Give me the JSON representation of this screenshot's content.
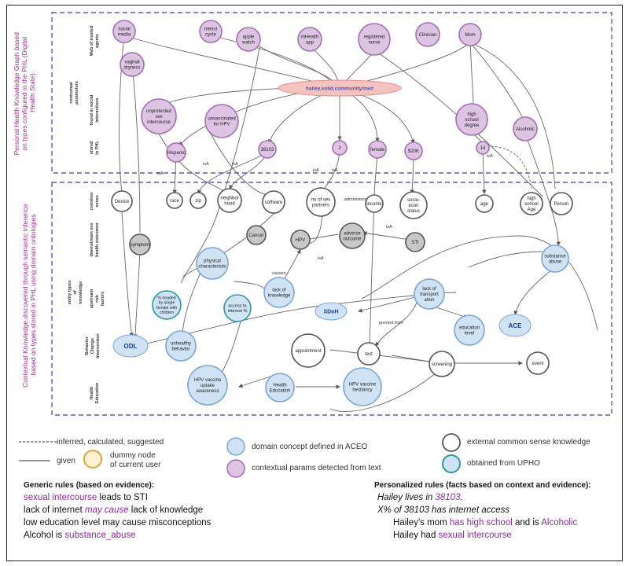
{
  "side_labels": {
    "top": [
      "Personal Health Knowledge Graph based",
      "on types configured in the PHL (Digital",
      "Health State)"
    ],
    "bottom": [
      "Contextual Knowledge discovered through semantic inference",
      "based on types stored in PHL using domain ontologies"
    ]
  },
  "row_labels": {
    "web_of_trusted_agents": [
      "Web of trusted",
      "agents"
    ],
    "contextual_parameters": [
      "contextual",
      "parameters"
    ],
    "found_in_social": [
      "found in social",
      "interactions"
    ],
    "stored_in_phl": [
      "stored",
      "in PHL"
    ],
    "entity_types": [
      "entity types",
      "of",
      "knowledge"
    ],
    "common_sense": [
      "common",
      "sense"
    ],
    "downstream": [
      "downstream sex",
      "health outcomes"
    ],
    "upstream": [
      "upstream",
      "risk",
      "factors"
    ],
    "behavior_change": [
      "Behavior",
      "Change",
      "Intervention"
    ],
    "health_education": [
      "Health",
      "Education"
    ]
  },
  "nodes": {
    "social_media": [
      "social",
      "media"
    ],
    "menst_cycle": [
      "menst",
      "cycle"
    ],
    "apple_watch": [
      "apple",
      "watch"
    ],
    "mhealth_app": [
      "mHealth",
      "app"
    ],
    "registered_nurse": [
      "registered",
      "nurse"
    ],
    "clinician": [
      "Clinician"
    ],
    "mom": [
      "Mom"
    ],
    "vaginal_dryness": [
      "vaginal",
      "dryness"
    ],
    "user_iri": [
      "hailey.solid.community/me#"
    ],
    "unprotected_sex": [
      "unprotected",
      "sex",
      "intercourse"
    ],
    "unvaccinated_hpv": [
      "unvaccinated",
      "for HPV"
    ],
    "high_school_degree": [
      "high",
      "school",
      "degree"
    ],
    "alcoholic": [
      "Alcoholic"
    ],
    "hispanic": [
      "Hispanic"
    ],
    "zip_38103": [
      "38103"
    ],
    "num_2": [
      "2"
    ],
    "female": [
      "female"
    ],
    "income_20k": [
      "$20K"
    ],
    "num_14": [
      "14"
    ],
    "device": [
      "Device"
    ],
    "race": [
      "race"
    ],
    "zip": [
      "zip"
    ],
    "neighborhood": [
      "neighbor",
      "hood"
    ],
    "software": [
      "software"
    ],
    "no_sex_partners": [
      "no of sex",
      "partners"
    ],
    "income": [
      "income"
    ],
    "socio_econ_status": [
      "socio-",
      "econ",
      "status"
    ],
    "age": [
      "age"
    ],
    "high_school_age": [
      "high",
      "school",
      "Age"
    ],
    "person": [
      "Person"
    ],
    "symptom": [
      "symptom"
    ],
    "cancer": [
      "Cancer"
    ],
    "hpv": [
      "HPV"
    ],
    "adverse_outcome": [
      "adverse",
      "outcome"
    ],
    "sti": [
      "STI"
    ],
    "physical_characteristic": [
      "physical",
      "characteristic"
    ],
    "substance_abuse": [
      "substance",
      "abuse"
    ],
    "headed_single_female": [
      "% headed",
      "by single",
      "female with",
      "children"
    ],
    "access_internet": [
      "access to",
      "internet %"
    ],
    "lack_knowledge": [
      "lack of",
      "knowledge"
    ],
    "sdoh": [
      "SDoH"
    ],
    "lack_transportation": [
      "lack of",
      "transport",
      "ation"
    ],
    "ace": [
      "ACE"
    ],
    "odl": [
      "ODL"
    ],
    "unhealthy_behavior": [
      "unhealthy",
      "behavior"
    ],
    "appointment": [
      "appointment"
    ],
    "test": [
      "test"
    ],
    "education_level": [
      "education",
      "level"
    ],
    "screening": [
      "screening"
    ],
    "event": [
      "event"
    ],
    "hpv_vaccine_awareness": [
      "HPV vaccine",
      "uptake",
      "awareness"
    ],
    "health_education": [
      "Health",
      "Education"
    ],
    "hpv_vaccine_hesitancy": [
      "HPV vaccine",
      "hesitancy"
    ]
  },
  "edge_labels": {
    "isa": "isA",
    "admin_of": "administers",
    "causes": "causes",
    "prevent_from": "prevent from"
  },
  "legend": {
    "inferred": "inferred, calculated, suggested",
    "given": "given",
    "dummy_node": [
      "dummy node",
      "of current user"
    ],
    "domain_concept": "domain concept defined in ACEO",
    "contextual_params": "contextual params detected from text",
    "external_common": "external common sense knowledge",
    "upho": "obtained from UPHO"
  },
  "generic_rules": {
    "heading": "Generic rules (based on evidence):",
    "r1_a": "sexual intercourse",
    "r1_b": " leads to STI",
    "r2_a": "lack of internet ",
    "r2_b": "may cause",
    "r2_c": "  lack of knowledge",
    "r3": "low education level may cause misconceptions",
    "r4_a": "Alcohol is ",
    "r4_b": "substance_abuse"
  },
  "personalized_rules": {
    "heading": "Personalized rules (facts based on context and evidence):",
    "p1_a": "Hailey lives in ",
    "p1_b": "38103",
    "p1_c": ".",
    "p2": "X% of 38103 has internet access",
    "p3_a": "Hailey's mom ",
    "p3_b": "has high school",
    "p3_c": " and is ",
    "p3_d": "Alcoholic",
    "p4_a": "Hailey had ",
    "p4_b": "sexual intercourse"
  },
  "colors": {
    "purple_fill": "#dcc4e2",
    "purple_stroke": "#a070b0",
    "blue_fill": "#cfe3f5",
    "blue_stroke": "#7aa6d2",
    "gray_fill": "#c8c8c8",
    "white_fill": "#ffffff",
    "dark_stroke": "#555555",
    "teal_stroke": "#2a9a95",
    "dummy_fill": "#fdf3d0",
    "dummy_stroke": "#e0a53a",
    "accent_magenta": "#b0288f"
  }
}
